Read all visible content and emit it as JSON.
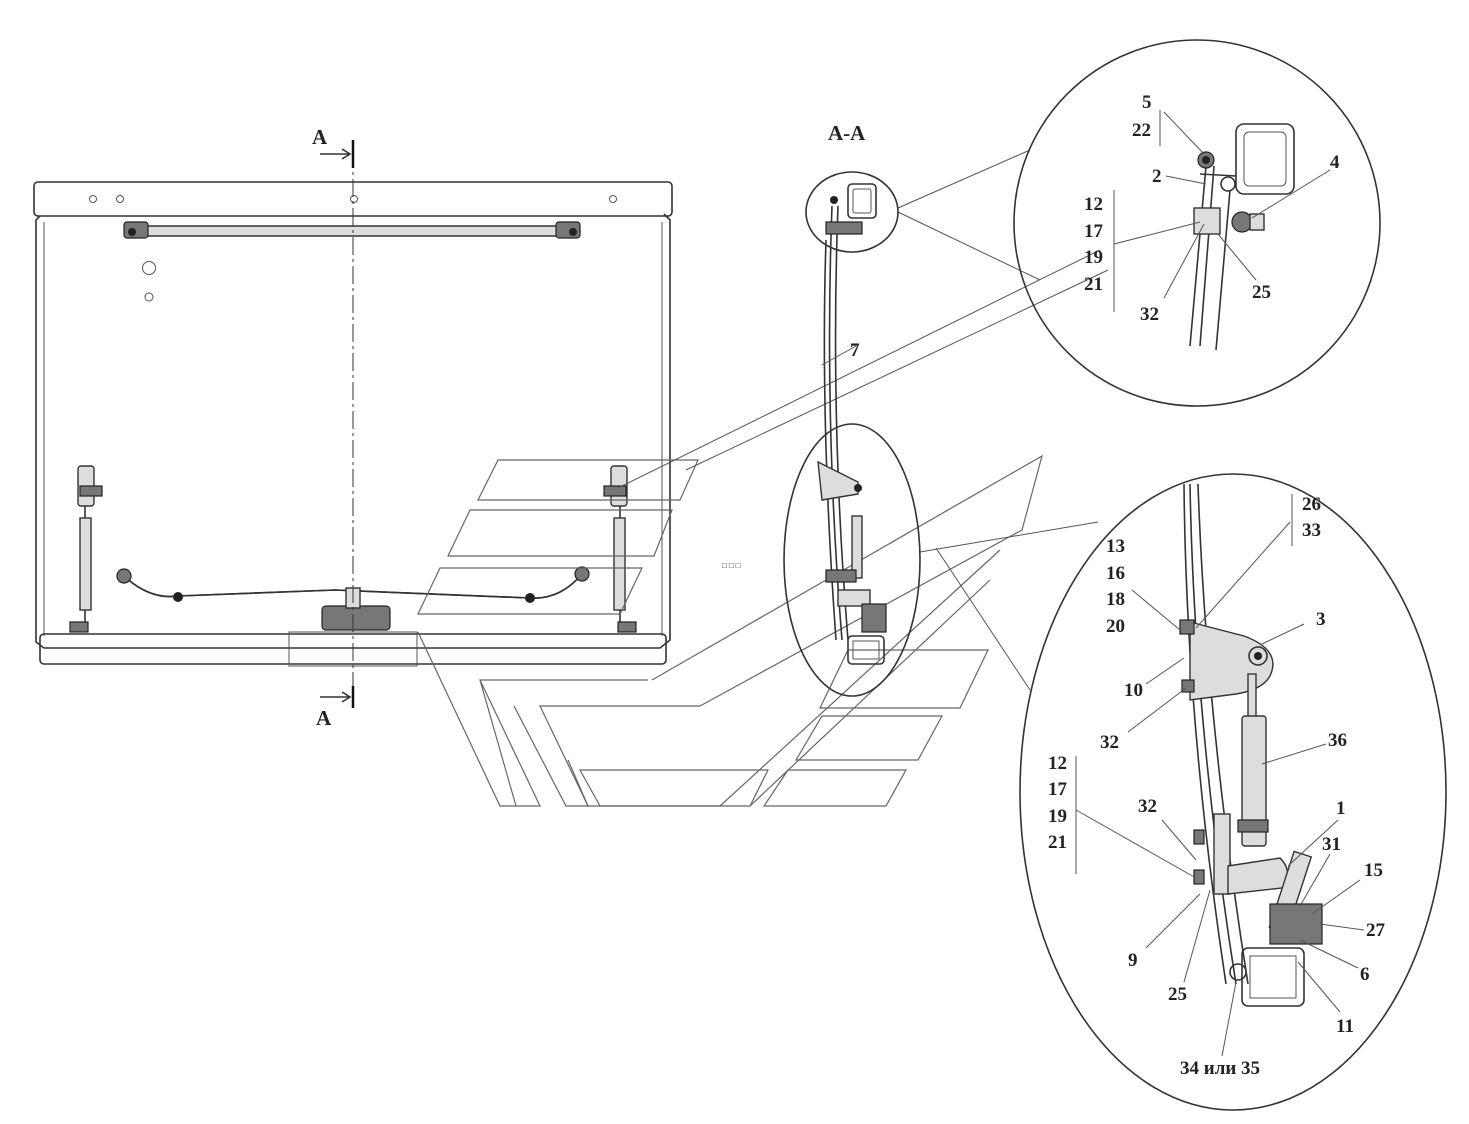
{
  "section": {
    "mark_top": "A",
    "mark_bottom": "A",
    "view_title": "A-A"
  },
  "callouts": {
    "c7": "7",
    "top_detail": [
      "5",
      "22",
      "2",
      "4",
      "12",
      "17",
      "19",
      "21",
      "32",
      "25"
    ],
    "bottom_detail": [
      "26",
      "33",
      "13",
      "16",
      "18",
      "20",
      "3",
      "10",
      "32",
      "36",
      "12",
      "17",
      "19",
      "21",
      "32",
      "1",
      "31",
      "15",
      "27",
      "6",
      "9",
      "25",
      "11",
      "34 или 35"
    ]
  }
}
